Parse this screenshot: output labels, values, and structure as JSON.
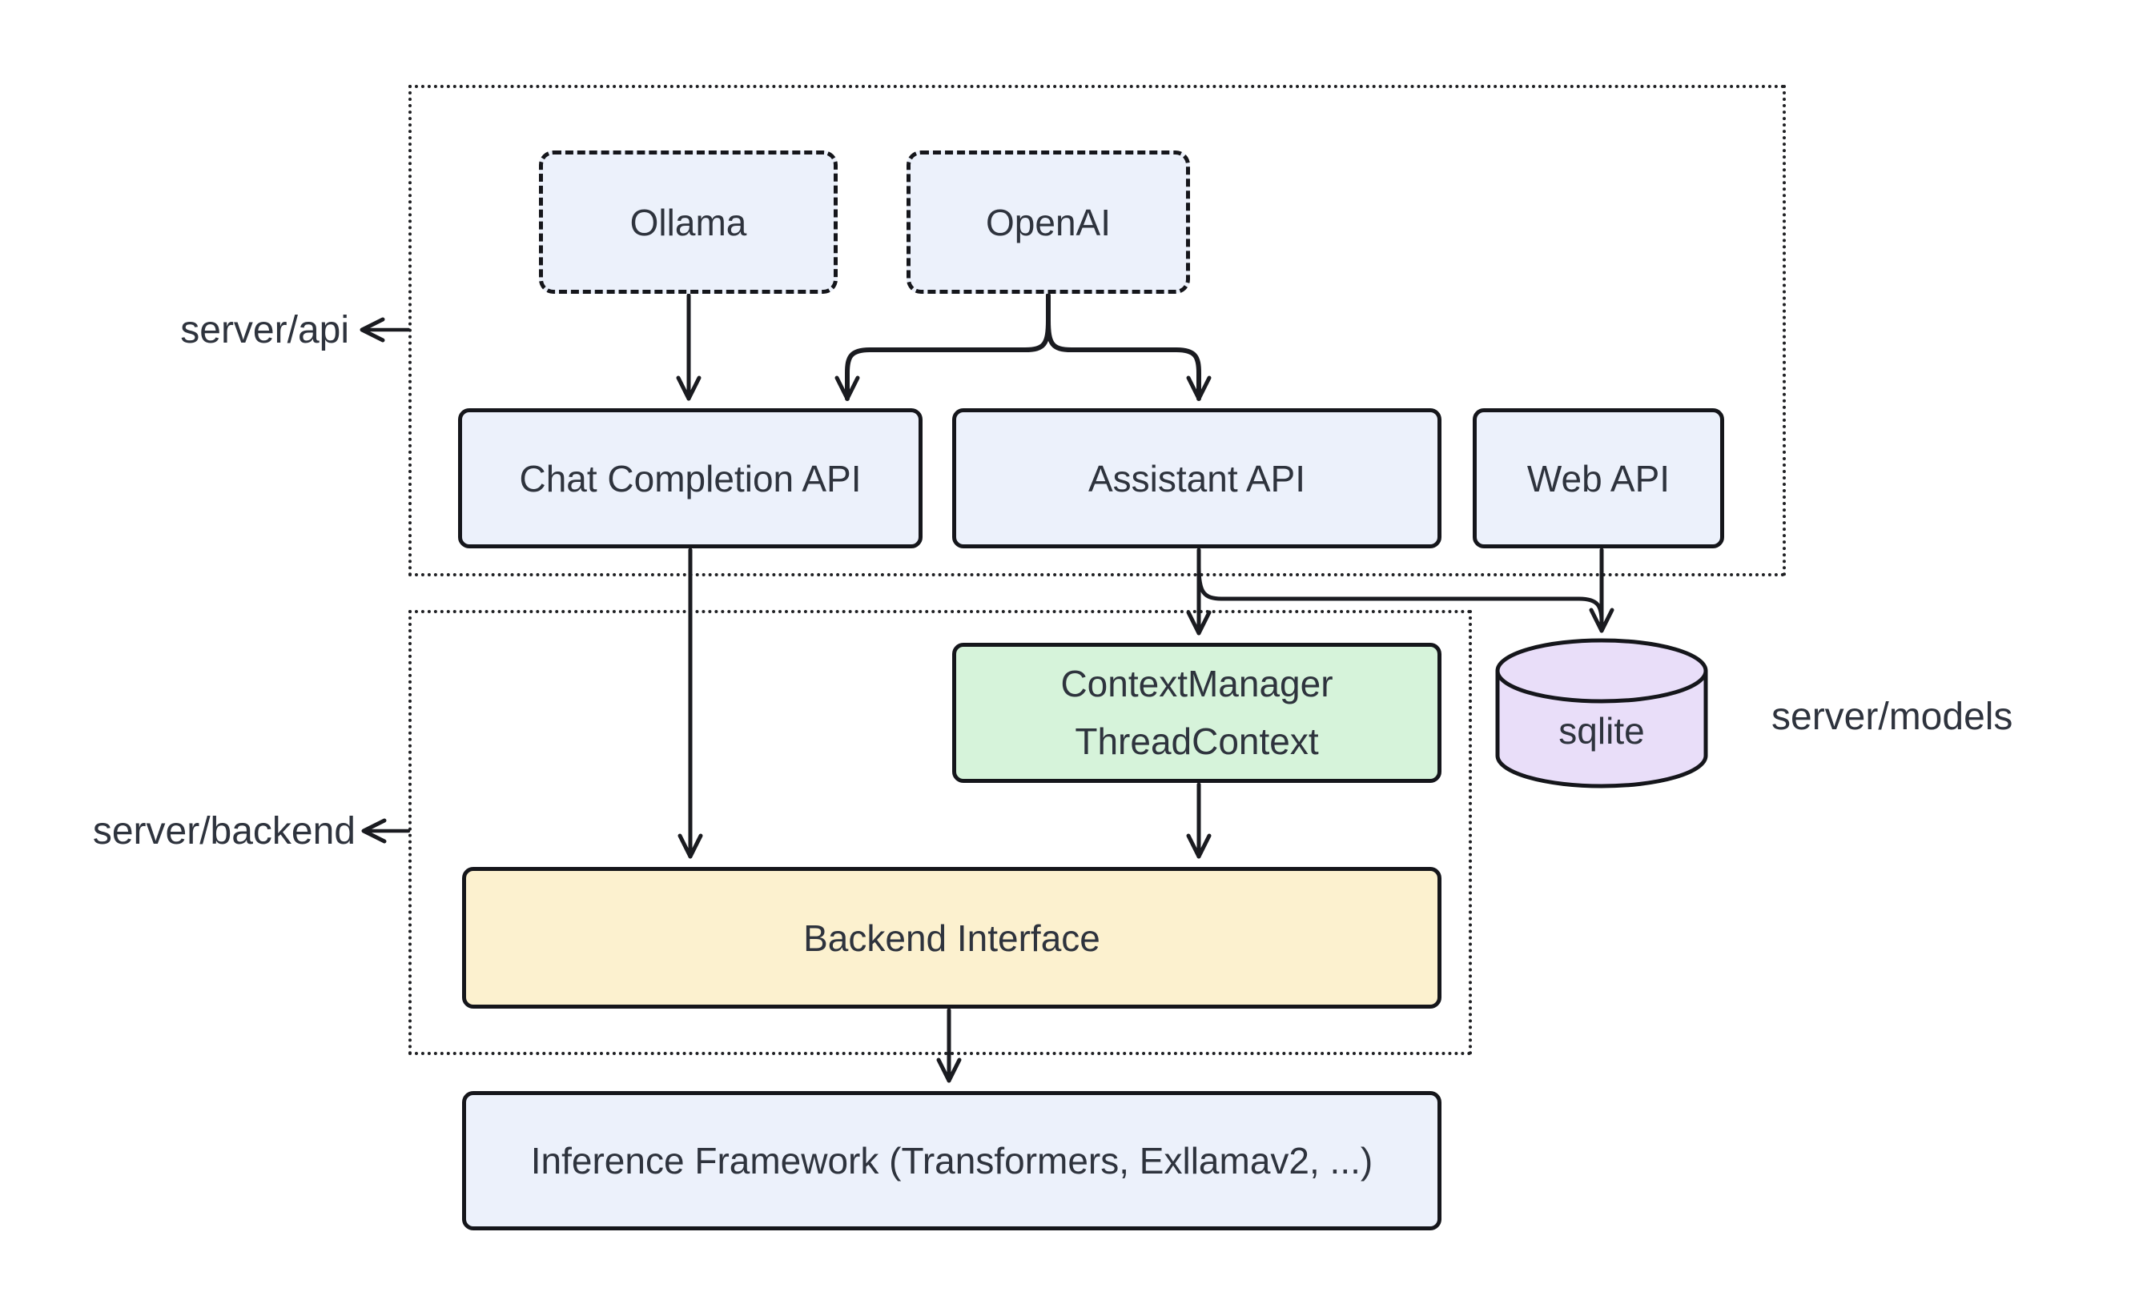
{
  "diagram": {
    "background": "#ffffff",
    "groups": {
      "server_api": {
        "label": "server/api"
      },
      "server_backend": {
        "label": "server/backend"
      },
      "server_models": {
        "label": "server/models"
      }
    },
    "nodes": {
      "ollama": {
        "label": "Ollama",
        "fill": "#ecf1fb",
        "border_style": "dashed"
      },
      "openai": {
        "label": "OpenAI",
        "fill": "#ecf1fb",
        "border_style": "dashed"
      },
      "chat_completion_api": {
        "label": "Chat Completion API",
        "fill": "#ecf1fb",
        "border_style": "solid"
      },
      "assistant_api": {
        "label": "Assistant API",
        "fill": "#ecf1fb",
        "border_style": "solid"
      },
      "web_api": {
        "label": "Web API",
        "fill": "#ecf1fb",
        "border_style": "solid"
      },
      "context_manager": {
        "label_line1": "ContextManager",
        "label_line2": "ThreadContext",
        "fill": "#d6f3da",
        "border_style": "solid"
      },
      "sqlite": {
        "label": "sqlite",
        "fill": "#e9def9",
        "shape": "cylinder"
      },
      "backend_interface": {
        "label": "Backend Interface",
        "fill": "#fcf1cf",
        "border_style": "solid"
      },
      "inference_framework": {
        "label": "Inference Framework (Transformers, Exllamav2, ...)",
        "fill": "#ecf1fb",
        "border_style": "solid"
      }
    },
    "edges": [
      {
        "from": "ollama",
        "to": "chat_completion_api"
      },
      {
        "from": "openai",
        "to": "chat_completion_api"
      },
      {
        "from": "openai",
        "to": "assistant_api"
      },
      {
        "from": "assistant_api",
        "to": "context_manager"
      },
      {
        "from": "assistant_api",
        "to": "sqlite"
      },
      {
        "from": "web_api",
        "to": "sqlite"
      },
      {
        "from": "context_manager",
        "to": "backend_interface"
      },
      {
        "from": "chat_completion_api",
        "to": "backend_interface"
      },
      {
        "from": "backend_interface",
        "to": "inference_framework"
      }
    ],
    "colors": {
      "node_blue": "#ecf1fb",
      "node_green": "#d6f3da",
      "node_yellow": "#fcf1cf",
      "node_purple": "#e9def9",
      "stroke": "#15161b",
      "edge_stroke": "#1a1b20",
      "text": "#2e333d"
    }
  }
}
